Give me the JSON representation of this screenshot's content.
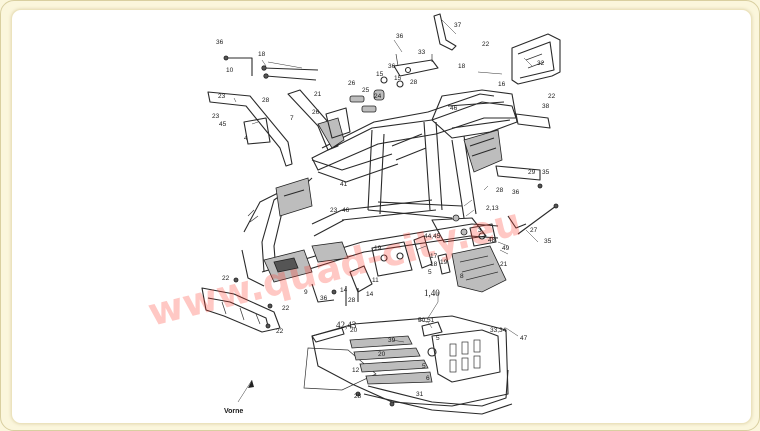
{
  "watermark": "www.quad-city.eu",
  "direction_label": "Vorne",
  "callouts": [
    {
      "id": "c1",
      "text": "36"
    },
    {
      "id": "c2",
      "text": "18"
    },
    {
      "id": "c3",
      "text": "10"
    },
    {
      "id": "c4",
      "text": "37"
    },
    {
      "id": "c5",
      "text": "36"
    },
    {
      "id": "c6",
      "text": "33"
    },
    {
      "id": "c7",
      "text": "22"
    },
    {
      "id": "c8",
      "text": "32"
    },
    {
      "id": "c9",
      "text": "18"
    },
    {
      "id": "c10",
      "text": "15"
    },
    {
      "id": "c11",
      "text": "36"
    },
    {
      "id": "c12",
      "text": "15"
    },
    {
      "id": "c13",
      "text": "26"
    },
    {
      "id": "c14",
      "text": "28"
    },
    {
      "id": "c15",
      "text": "16"
    },
    {
      "id": "c16",
      "text": "22"
    },
    {
      "id": "c17",
      "text": "23"
    },
    {
      "id": "c18",
      "text": "28"
    },
    {
      "id": "c19",
      "text": "23"
    },
    {
      "id": "c20",
      "text": "45"
    },
    {
      "id": "c21",
      "text": "4"
    },
    {
      "id": "c22",
      "text": "21"
    },
    {
      "id": "c23",
      "text": "7"
    },
    {
      "id": "c24",
      "text": "26"
    },
    {
      "id": "c25",
      "text": "25"
    },
    {
      "id": "c26",
      "text": "24"
    },
    {
      "id": "c27",
      "text": "46"
    },
    {
      "id": "c28",
      "text": "38"
    },
    {
      "id": "c29",
      "text": "41"
    },
    {
      "id": "c30",
      "text": "23"
    },
    {
      "id": "c31",
      "text": "46"
    },
    {
      "id": "c32",
      "text": "29"
    },
    {
      "id": "c33",
      "text": "35"
    },
    {
      "id": "c34",
      "text": "28"
    },
    {
      "id": "c35",
      "text": "36"
    },
    {
      "id": "c36",
      "text": "2,13"
    },
    {
      "id": "c37",
      "text": "27"
    },
    {
      "id": "c38",
      "text": "35"
    },
    {
      "id": "c39",
      "text": "44,45"
    },
    {
      "id": "c40",
      "text": "19"
    },
    {
      "id": "c41",
      "text": "3"
    },
    {
      "id": "c42",
      "text": "48"
    },
    {
      "id": "c43",
      "text": "49"
    },
    {
      "id": "c44",
      "text": "17"
    },
    {
      "id": "c45",
      "text": "18"
    },
    {
      "id": "c46",
      "text": "19"
    },
    {
      "id": "c47",
      "text": "11"
    },
    {
      "id": "c48",
      "text": "5"
    },
    {
      "id": "c49",
      "text": "8"
    },
    {
      "id": "c50",
      "text": "21"
    },
    {
      "id": "c51",
      "text": "22"
    },
    {
      "id": "c52",
      "text": "9"
    },
    {
      "id": "c53",
      "text": "36"
    },
    {
      "id": "c54",
      "text": "14"
    },
    {
      "id": "c55",
      "text": "28"
    },
    {
      "id": "c56",
      "text": "14"
    },
    {
      "id": "c57",
      "text": "22"
    },
    {
      "id": "c58",
      "text": "22"
    },
    {
      "id": "c59",
      "text": "1,40"
    },
    {
      "id": "c60",
      "text": "42,43"
    },
    {
      "id": "c61",
      "text": "50,51"
    },
    {
      "id": "c62",
      "text": "20"
    },
    {
      "id": "c63",
      "text": "39"
    },
    {
      "id": "c64",
      "text": "5"
    },
    {
      "id": "c65",
      "text": "33,34"
    },
    {
      "id": "c66",
      "text": "47"
    },
    {
      "id": "c67",
      "text": "12"
    },
    {
      "id": "c68",
      "text": "28"
    },
    {
      "id": "c69",
      "text": "31"
    },
    {
      "id": "c70",
      "text": "5"
    },
    {
      "id": "c71",
      "text": "6"
    },
    {
      "id": "c72",
      "text": "20"
    }
  ]
}
